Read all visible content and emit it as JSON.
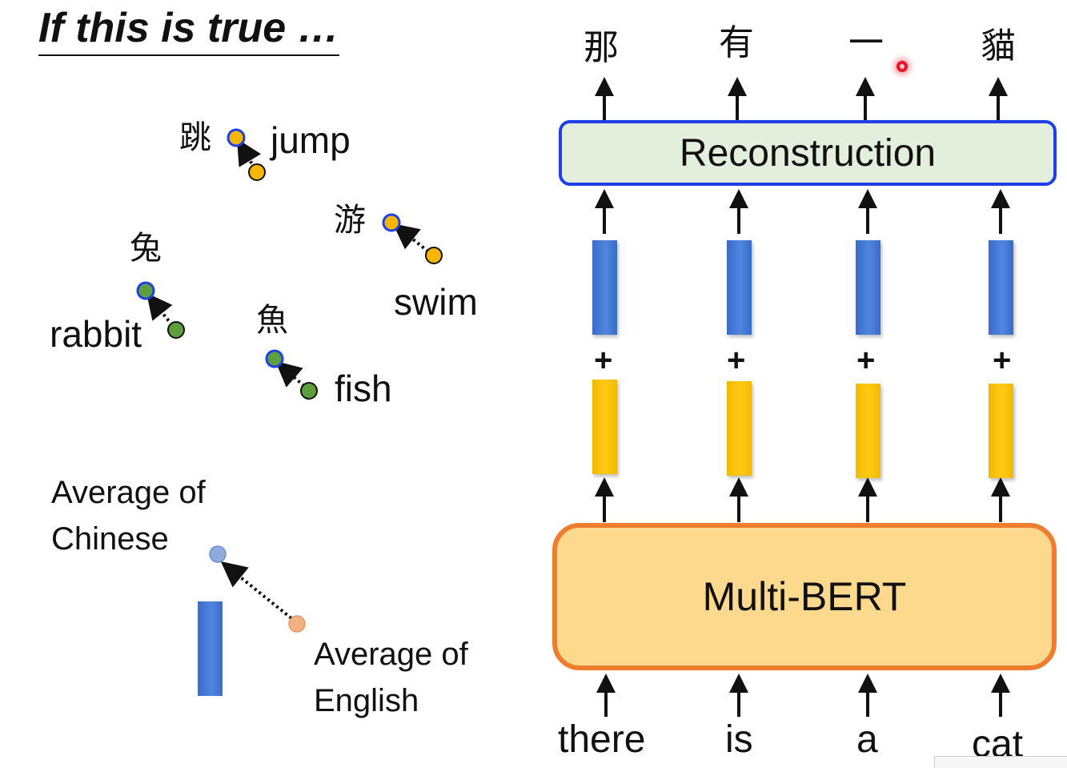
{
  "title": "If this is true …",
  "left_words": {
    "jump_zh": "跳",
    "jump_en": "jump",
    "swim_zh": "游",
    "swim_en": "swim",
    "rabbit_zh": "兔",
    "rabbit_en": "rabbit",
    "fish_zh": "魚",
    "fish_en": "fish"
  },
  "averages": {
    "chinese_line1": "Average of",
    "chinese_line2": "Chinese",
    "english_line1": "Average of",
    "english_line2": "English"
  },
  "right_diagram": {
    "outputs": [
      "那",
      "有",
      "一",
      "貓"
    ],
    "reconstruction_label": "Reconstruction",
    "bert_label": "Multi-BERT",
    "plus_sign": "+",
    "inputs": [
      "there",
      "is",
      "a",
      "cat"
    ]
  },
  "colors": {
    "chinese_point_border": "#1f3fe8",
    "verb_point_fill": "#f7b500",
    "noun_point_fill": "#5e9e3c",
    "avg_chinese_fill": "#8faadc",
    "avg_english_fill": "#f4b183",
    "recon_border": "#1f3fe8",
    "recon_fill": "#e3efdc",
    "bert_border": "#ee7d2f",
    "bert_fill": "#fdd98e",
    "laser_pointer": "#e8142b"
  }
}
